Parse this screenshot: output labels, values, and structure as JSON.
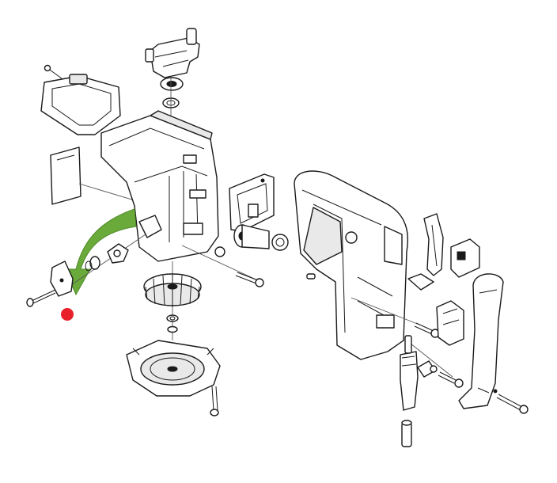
{
  "colors": {
    "line": "#1a1a1a",
    "arrow": "#6aaa3a",
    "arrow_outline": "#4f8a2a",
    "marker": "#e8202a",
    "background": "#ffffff"
  },
  "diagram": {
    "type": "exploded-parts-view",
    "annotations": [
      {
        "kind": "curved-arrow",
        "color": "green",
        "direction": "down-left"
      },
      {
        "kind": "dot-marker",
        "color": "red"
      }
    ]
  }
}
